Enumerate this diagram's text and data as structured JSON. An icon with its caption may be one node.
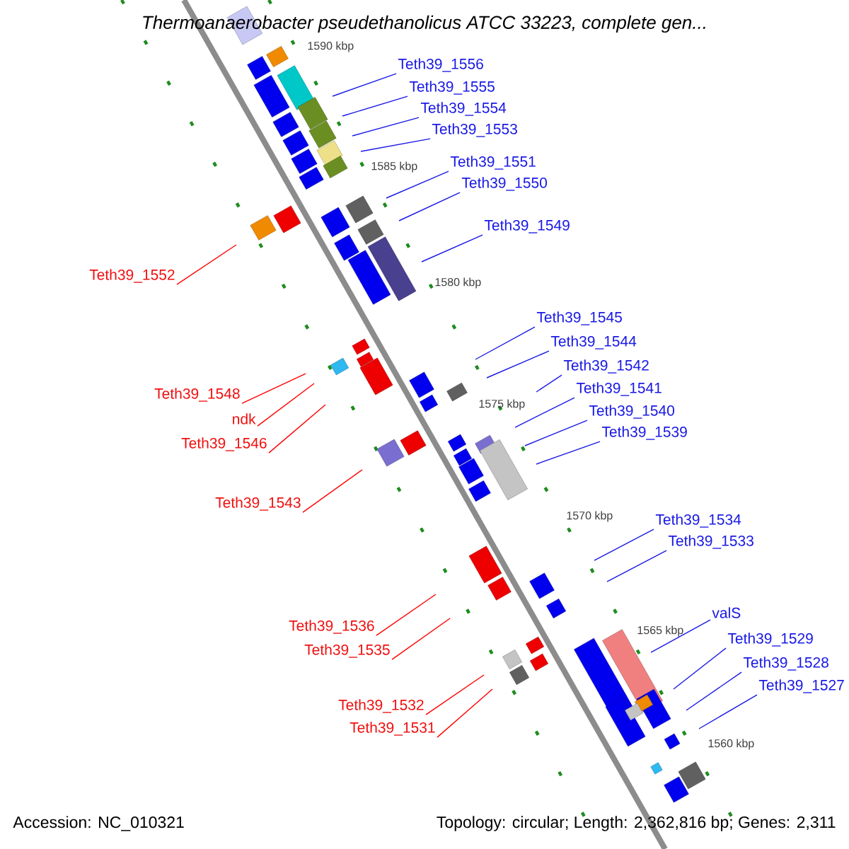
{
  "diagram": {
    "title": "Thermoanaerobacter pseudethanolicus ATCC 33223, complete gen...",
    "nodes": [
      {
        "text": [
          "Teth39_1556"
        ]
      },
      {
        "text": [
          "Teth39_1555"
        ]
      },
      {
        "text": [
          "Teth39_1554"
        ]
      },
      {
        "text": [
          "Teth39_1553"
        ]
      },
      {
        "text": [
          "Teth39_1551"
        ]
      },
      {
        "text": [
          "Teth39_1550"
        ]
      },
      {
        "text": [
          "Teth39_1549"
        ]
      },
      {
        "text": [
          "Teth39_1552"
        ]
      },
      {
        "text": [
          "Teth39_1545"
        ]
      },
      {
        "text": [
          "Teth39_1544"
        ]
      },
      {
        "text": [
          "Teth39_1542"
        ]
      },
      {
        "text": [
          "Teth39_1541"
        ]
      },
      {
        "text": [
          "Teth39_1548"
        ]
      },
      {
        "text": [
          "Teth39_1540"
        ]
      },
      {
        "text": [
          "ndk"
        ]
      },
      {
        "text": [
          "Teth39_1539"
        ]
      },
      {
        "text": [
          "Teth39_1546"
        ]
      },
      {
        "text": [
          "Teth39_1543"
        ]
      },
      {
        "text": [
          "Teth39_1534"
        ]
      },
      {
        "text": [
          "Teth39_1533"
        ]
      },
      {
        "text": [
          "valS"
        ]
      },
      {
        "text": [
          "Teth39_1536"
        ]
      },
      {
        "text": [
          "Teth39_1529"
        ]
      },
      {
        "text": [
          "Teth39_1535"
        ]
      },
      {
        "text": [
          "Teth39_1528"
        ]
      },
      {
        "text": [
          "Teth39_1527"
        ]
      },
      {
        "text": [
          "Teth39_1532"
        ]
      },
      {
        "text": [
          "Teth39_1531"
        ]
      }
    ],
    "edges": [
      {
        "from": 0,
        "to": null,
        "arrow": "none"
      },
      {
        "from": 1,
        "to": null,
        "arrow": "none"
      },
      {
        "from": 2,
        "to": null,
        "arrow": "none"
      },
      {
        "from": 3,
        "to": null,
        "arrow": "none"
      },
      {
        "from": 4,
        "to": null,
        "arrow": "none"
      },
      {
        "from": 5,
        "to": null,
        "arrow": "none"
      },
      {
        "from": 6,
        "to": null,
        "arrow": "none"
      },
      {
        "from": 7,
        "to": null,
        "arrow": "none",
        "color": "#ff0000"
      },
      {
        "from": 8,
        "to": null,
        "arrow": "none"
      },
      {
        "from": 9,
        "to": null,
        "arrow": "none"
      },
      {
        "from": 10,
        "to": null,
        "arrow": "none"
      },
      {
        "from": 11,
        "to": null,
        "arrow": "none"
      },
      {
        "from": 12,
        "to": null,
        "arrow": "none",
        "color": "#ff0000"
      },
      {
        "from": 13,
        "to": null,
        "arrow": "none"
      },
      {
        "from": 14,
        "to": null,
        "arrow": "none",
        "color": "#ff0000"
      },
      {
        "from": 15,
        "to": null,
        "arrow": "none"
      },
      {
        "from": 16,
        "to": null,
        "arrow": "none",
        "color": "#ff0000"
      },
      {
        "from": 17,
        "to": null,
        "arrow": "none",
        "color": "#ff0000"
      },
      {
        "from": 18,
        "to": null,
        "arrow": "none"
      },
      {
        "from": 19,
        "to": null,
        "arrow": "none"
      },
      {
        "from": 20,
        "to": null,
        "arrow": "none"
      },
      {
        "from": 21,
        "to": null,
        "arrow": "none",
        "color": "#ff0000"
      },
      {
        "from": 22,
        "to": null,
        "arrow": "none"
      },
      {
        "from": 23,
        "to": null,
        "arrow": "none",
        "color": "#ff0000"
      },
      {
        "from": 24,
        "to": null,
        "arrow": "none"
      },
      {
        "from": 25,
        "to": null,
        "arrow": "none"
      },
      {
        "from": 26,
        "to": null,
        "arrow": "none",
        "color": "#ff0000"
      },
      {
        "from": 27,
        "to": null,
        "arrow": "none",
        "color": "#ff0000"
      }
    ],
    "labels": [
      "1590 kbp",
      "1585 kbp",
      "1580 kbp",
      "1575 kbp",
      "1570 kbp",
      "1565 kbp",
      "1560 kbp",
      "Accession: NC_010321",
      "Topology: circular; Length: 2,362,816 bp; Genes: 2,311"
    ]
  }
}
